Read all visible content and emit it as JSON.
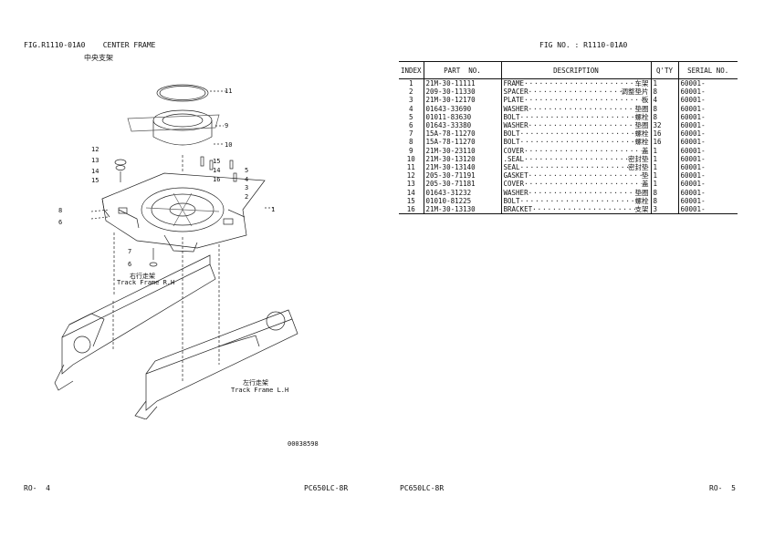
{
  "left_page": {
    "fig_label": "FIG.R1110-01A0",
    "title_en": "CENTER FRAME",
    "title_cn": "中央支架",
    "drawing_number": "00038598",
    "callout_numbers": [
      "11",
      "9",
      "10",
      "12",
      "13",
      "14",
      "15",
      "15",
      "14",
      "16",
      "5",
      "4",
      "3",
      "2",
      "1",
      "8",
      "6",
      "7",
      "6"
    ],
    "track_right_cn": "右行走架",
    "track_right_en": "Track Frame R.H",
    "track_left_cn": "左行走架",
    "track_left_en": "Track Frame L.H",
    "footer_page": "RO-  4",
    "footer_model": "PC650LC-8R"
  },
  "right_page": {
    "fig_label": "FIG NO. : R1110-01A0",
    "columns": [
      "INDEX",
      "PART  NO.",
      "DESCRIPTION",
      "Q'TY",
      "SERIAL NO."
    ],
    "rows": [
      {
        "index": "1",
        "part_no": "21M-30-11111",
        "desc_en": "FRAME",
        "desc_cn": "车架",
        "qty": "1",
        "serial": "60001-"
      },
      {
        "index": "2",
        "part_no": "209-30-11330",
        "desc_en": "SPACER",
        "desc_cn": "调整垫片",
        "qty": "8",
        "serial": "60001-"
      },
      {
        "index": "3",
        "part_no": "21M-30-12170",
        "desc_en": "PLATE",
        "desc_cn": "板",
        "qty": "4",
        "serial": "60001-"
      },
      {
        "index": "4",
        "part_no": "01643-33690",
        "desc_en": "WASHER",
        "desc_cn": "垫圈",
        "qty": "8",
        "serial": "60001-"
      },
      {
        "index": "5",
        "part_no": "01011-83630",
        "desc_en": "BOLT",
        "desc_cn": "螺栓",
        "qty": "8",
        "serial": "60001-"
      },
      {
        "index": "6",
        "part_no": "01643-33380",
        "desc_en": "WASHER",
        "desc_cn": "垫圈",
        "qty": "32",
        "serial": "60001-"
      },
      {
        "index": "7",
        "part_no": "15A-78-11270",
        "desc_en": "BOLT",
        "desc_cn": "螺栓",
        "qty": "16",
        "serial": "60001-"
      },
      {
        "index": "8",
        "part_no": "15A-78-11270",
        "desc_en": "BOLT",
        "desc_cn": "螺栓",
        "qty": "16",
        "serial": "60001-"
      },
      {
        "index": "9",
        "part_no": "21M-30-23110",
        "desc_en": "COVER",
        "desc_cn": "盖",
        "qty": "1",
        "serial": "60001-"
      },
      {
        "index": "10",
        "part_no": "21M-30-13120",
        "desc_en": ".SEAL",
        "desc_cn": "密封垫",
        "qty": "1",
        "serial": "60001-"
      },
      {
        "index": "11",
        "part_no": "21M-30-13140",
        "desc_en": "SEAL",
        "desc_cn": "密封垫",
        "qty": "1",
        "serial": "60001-"
      },
      {
        "index": "12",
        "part_no": "205-30-71191",
        "desc_en": "GASKET",
        "desc_cn": "垫",
        "qty": "1",
        "serial": "60001-"
      },
      {
        "index": "13",
        "part_no": "205-30-71181",
        "desc_en": "COVER",
        "desc_cn": "盖",
        "qty": "1",
        "serial": "60001-"
      },
      {
        "index": "14",
        "part_no": "01643-31232",
        "desc_en": "WASHER",
        "desc_cn": "垫圈",
        "qty": "8",
        "serial": "60001-"
      },
      {
        "index": "15",
        "part_no": "01010-81225",
        "desc_en": "BOLT",
        "desc_cn": "螺栓",
        "qty": "8",
        "serial": "60001-"
      },
      {
        "index": "16",
        "part_no": "21M-30-13130",
        "desc_en": "BRACKET",
        "desc_cn": "支架",
        "qty": "3",
        "serial": "60001-"
      }
    ],
    "footer_model": "PC650LC-8R",
    "footer_page": "RO-  5"
  }
}
